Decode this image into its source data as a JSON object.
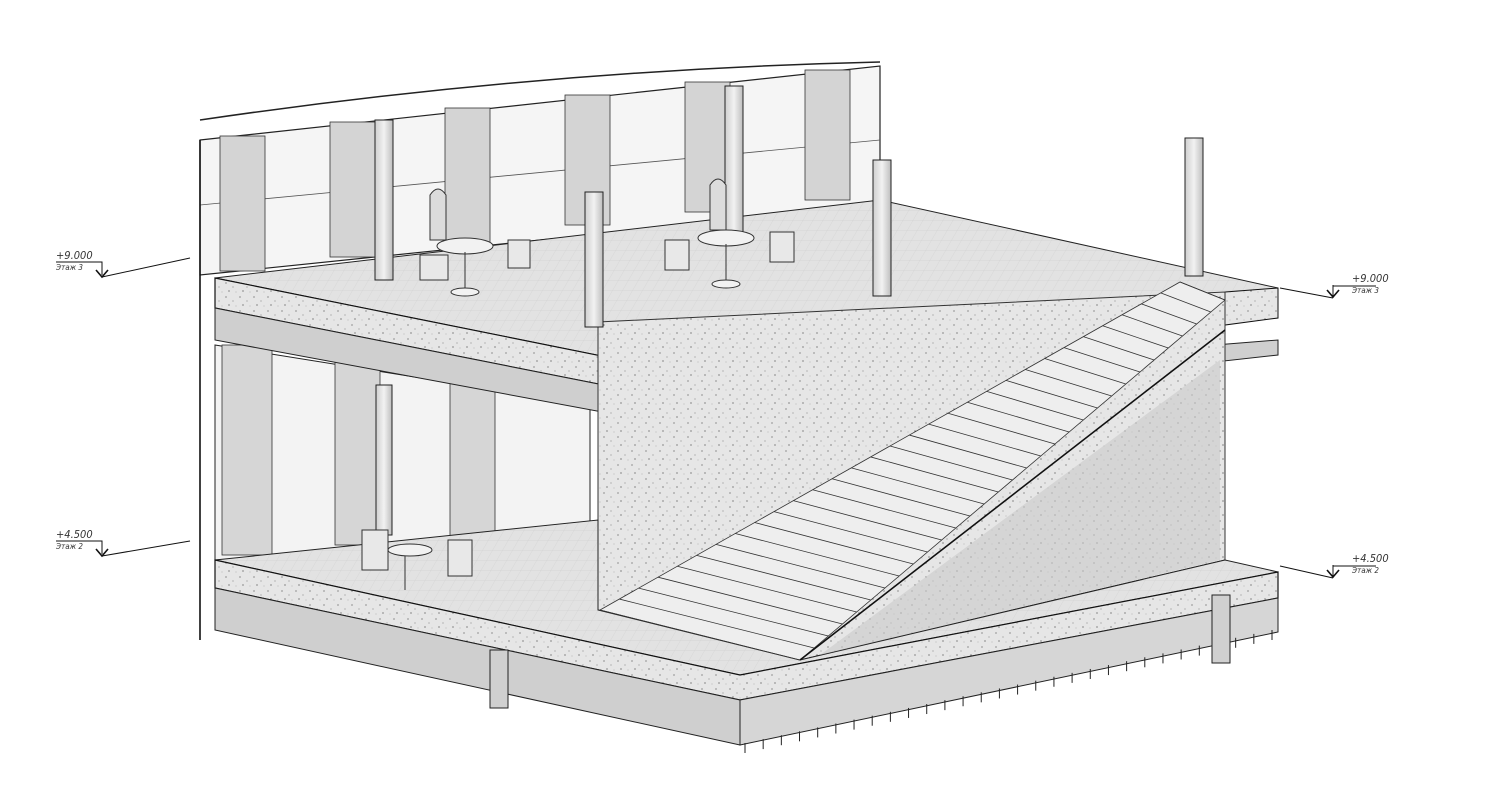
{
  "drawing": {
    "levels": {
      "left_upper": {
        "elevation": "+9.000",
        "name": "Этаж 3"
      },
      "left_lower": {
        "elevation": "+4.500",
        "name": "Этаж 2"
      },
      "right_upper": {
        "elevation": "+9.000",
        "name": "Этаж 3"
      },
      "right_lower": {
        "elevation": "+4.500",
        "name": "Этаж 2"
      }
    },
    "colors": {
      "line": "#1a1a1a",
      "slab": "#e4e4e4",
      "wall": "#d8d8d8",
      "shadow": "#9a9a9a",
      "glass": "#f4f4f4"
    }
  }
}
